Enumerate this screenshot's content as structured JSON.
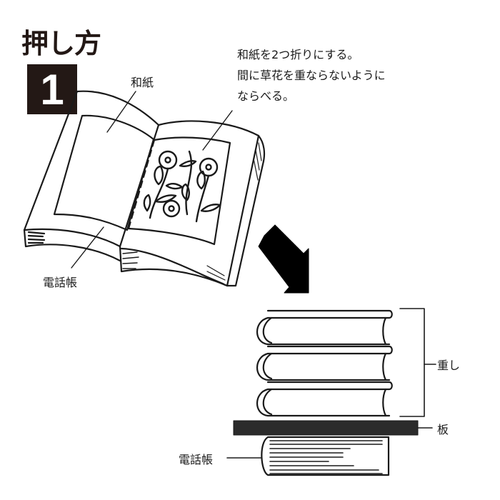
{
  "header": {
    "title": "押し方",
    "step_number": "1"
  },
  "instructions": {
    "lines": [
      "和紙を2つ折りにする。",
      "間に草花を重ならないように",
      "ならべる。"
    ]
  },
  "top_illustration": {
    "labels": {
      "washi": "和紙",
      "phonebook": "電話帳"
    }
  },
  "bottom_illustration": {
    "labels": {
      "weight": "重し",
      "board": "板",
      "phonebook": "電話帳"
    },
    "weight_book_count": 3
  },
  "colors": {
    "ink": "#231815",
    "board": "#2b2b2b",
    "background": "#ffffff"
  }
}
